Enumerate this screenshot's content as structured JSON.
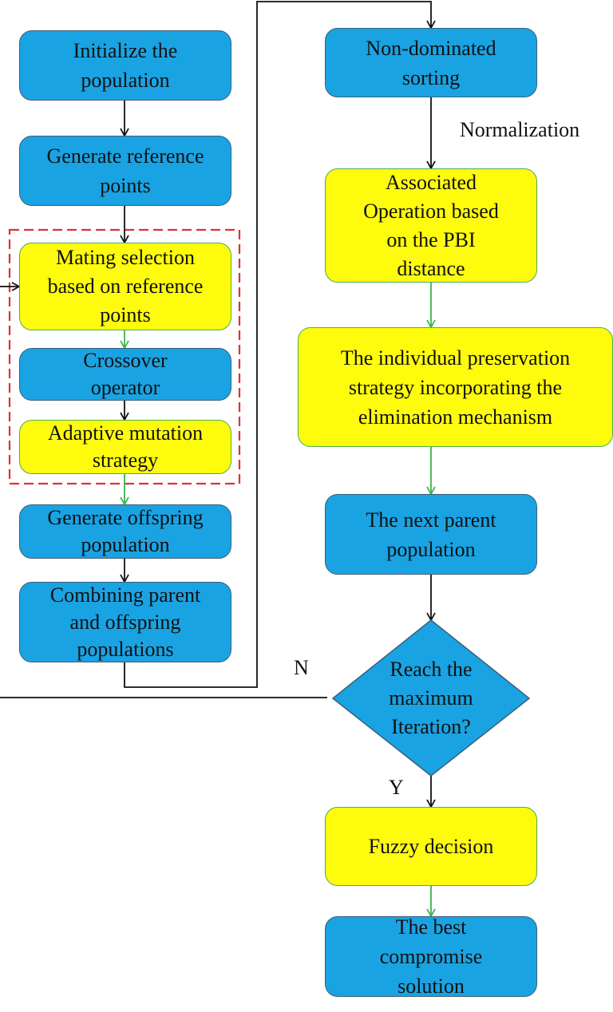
{
  "nodes": {
    "init": "Initialize the\npopulation",
    "genref": "Generate reference\npoints",
    "mating": "Mating selection\nbased on reference\npoints",
    "crossover": "Crossover\noperator",
    "mutation": "Adaptive mutation\nstrategy",
    "offspring": "Generate offspring\npopulation",
    "combine": "Combining parent\nand offspring\npopulations",
    "nds": "Non-dominated\nsorting",
    "assoc": "Associated\nOperation based\non the PBI\ndistance",
    "preserve": "The individual preservation\nstrategy incorporating  the\nelimination mechanism",
    "nextparent": "The next  parent\npopulation",
    "decision": "Reach the\nmaximum\nIteration?",
    "fuzzy": "Fuzzy decision",
    "best": "The best\ncompromise\nsolution"
  },
  "edge_labels": {
    "normalization": "Normalization",
    "no": "N",
    "yes": "Y"
  },
  "colors": {
    "blue": "#1aa3e3",
    "yellow": "#fefb0d",
    "green_arrow": "#3cb54a",
    "black_arrow": "#111111",
    "dashed_red": "#e0322f"
  }
}
